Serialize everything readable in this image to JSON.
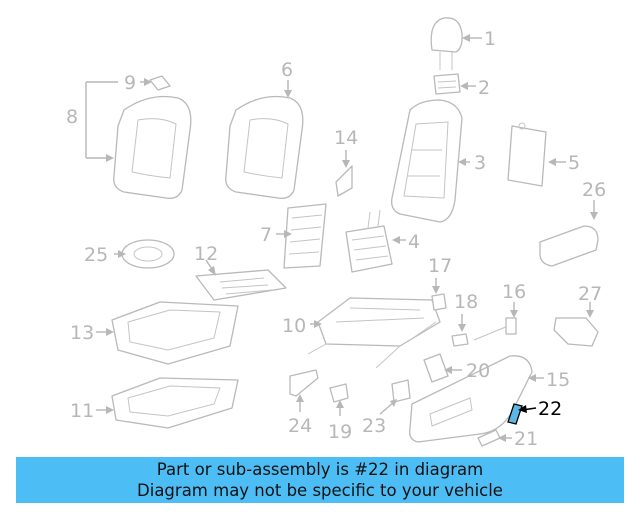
{
  "diagram": {
    "labels": [
      "1",
      "2",
      "3",
      "4",
      "5",
      "6",
      "7",
      "8",
      "9",
      "10",
      "11",
      "12",
      "13",
      "14",
      "15",
      "16",
      "17",
      "18",
      "19",
      "20",
      "21",
      "22",
      "23",
      "24",
      "25",
      "26",
      "27"
    ],
    "highlight": "22",
    "highlight_color": "#5bb8e6",
    "part_color": "#b9b9b9"
  },
  "banner": {
    "line1": "Part or sub-assembly is #22 in diagram",
    "line2": "Diagram may not be specific to your vehicle",
    "background": "#4dbdf5"
  }
}
